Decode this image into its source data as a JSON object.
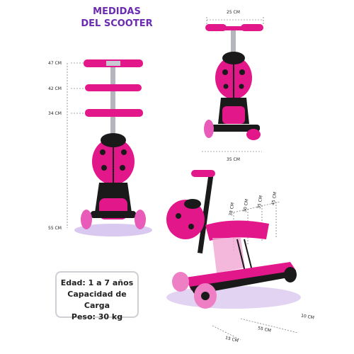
{
  "title": {
    "line1": "MEDIDAS",
    "line2": "DEL SCOOTER"
  },
  "heights": {
    "h1": "47 CM",
    "h2": "42 CM",
    "h3": "34 CM",
    "h4": "55 CM"
  },
  "back_view": {
    "top_width": "25 CM",
    "bottom_width": "35 CM"
  },
  "side_view": {
    "seat_labels": [
      "38 CM",
      "30 CM",
      "35 CM",
      "45 CM"
    ],
    "base_length": "55 CM",
    "front": "15 CM",
    "rear": "10 CM"
  },
  "info": {
    "age": "Edad: 1 a 7 años",
    "capacity": "Capacidad de Carga",
    "weight": "Peso: 30 kg"
  },
  "colors": {
    "accent": "#e2178a",
    "purple": "#6a2bb0",
    "dark": "#1a1a1a"
  }
}
